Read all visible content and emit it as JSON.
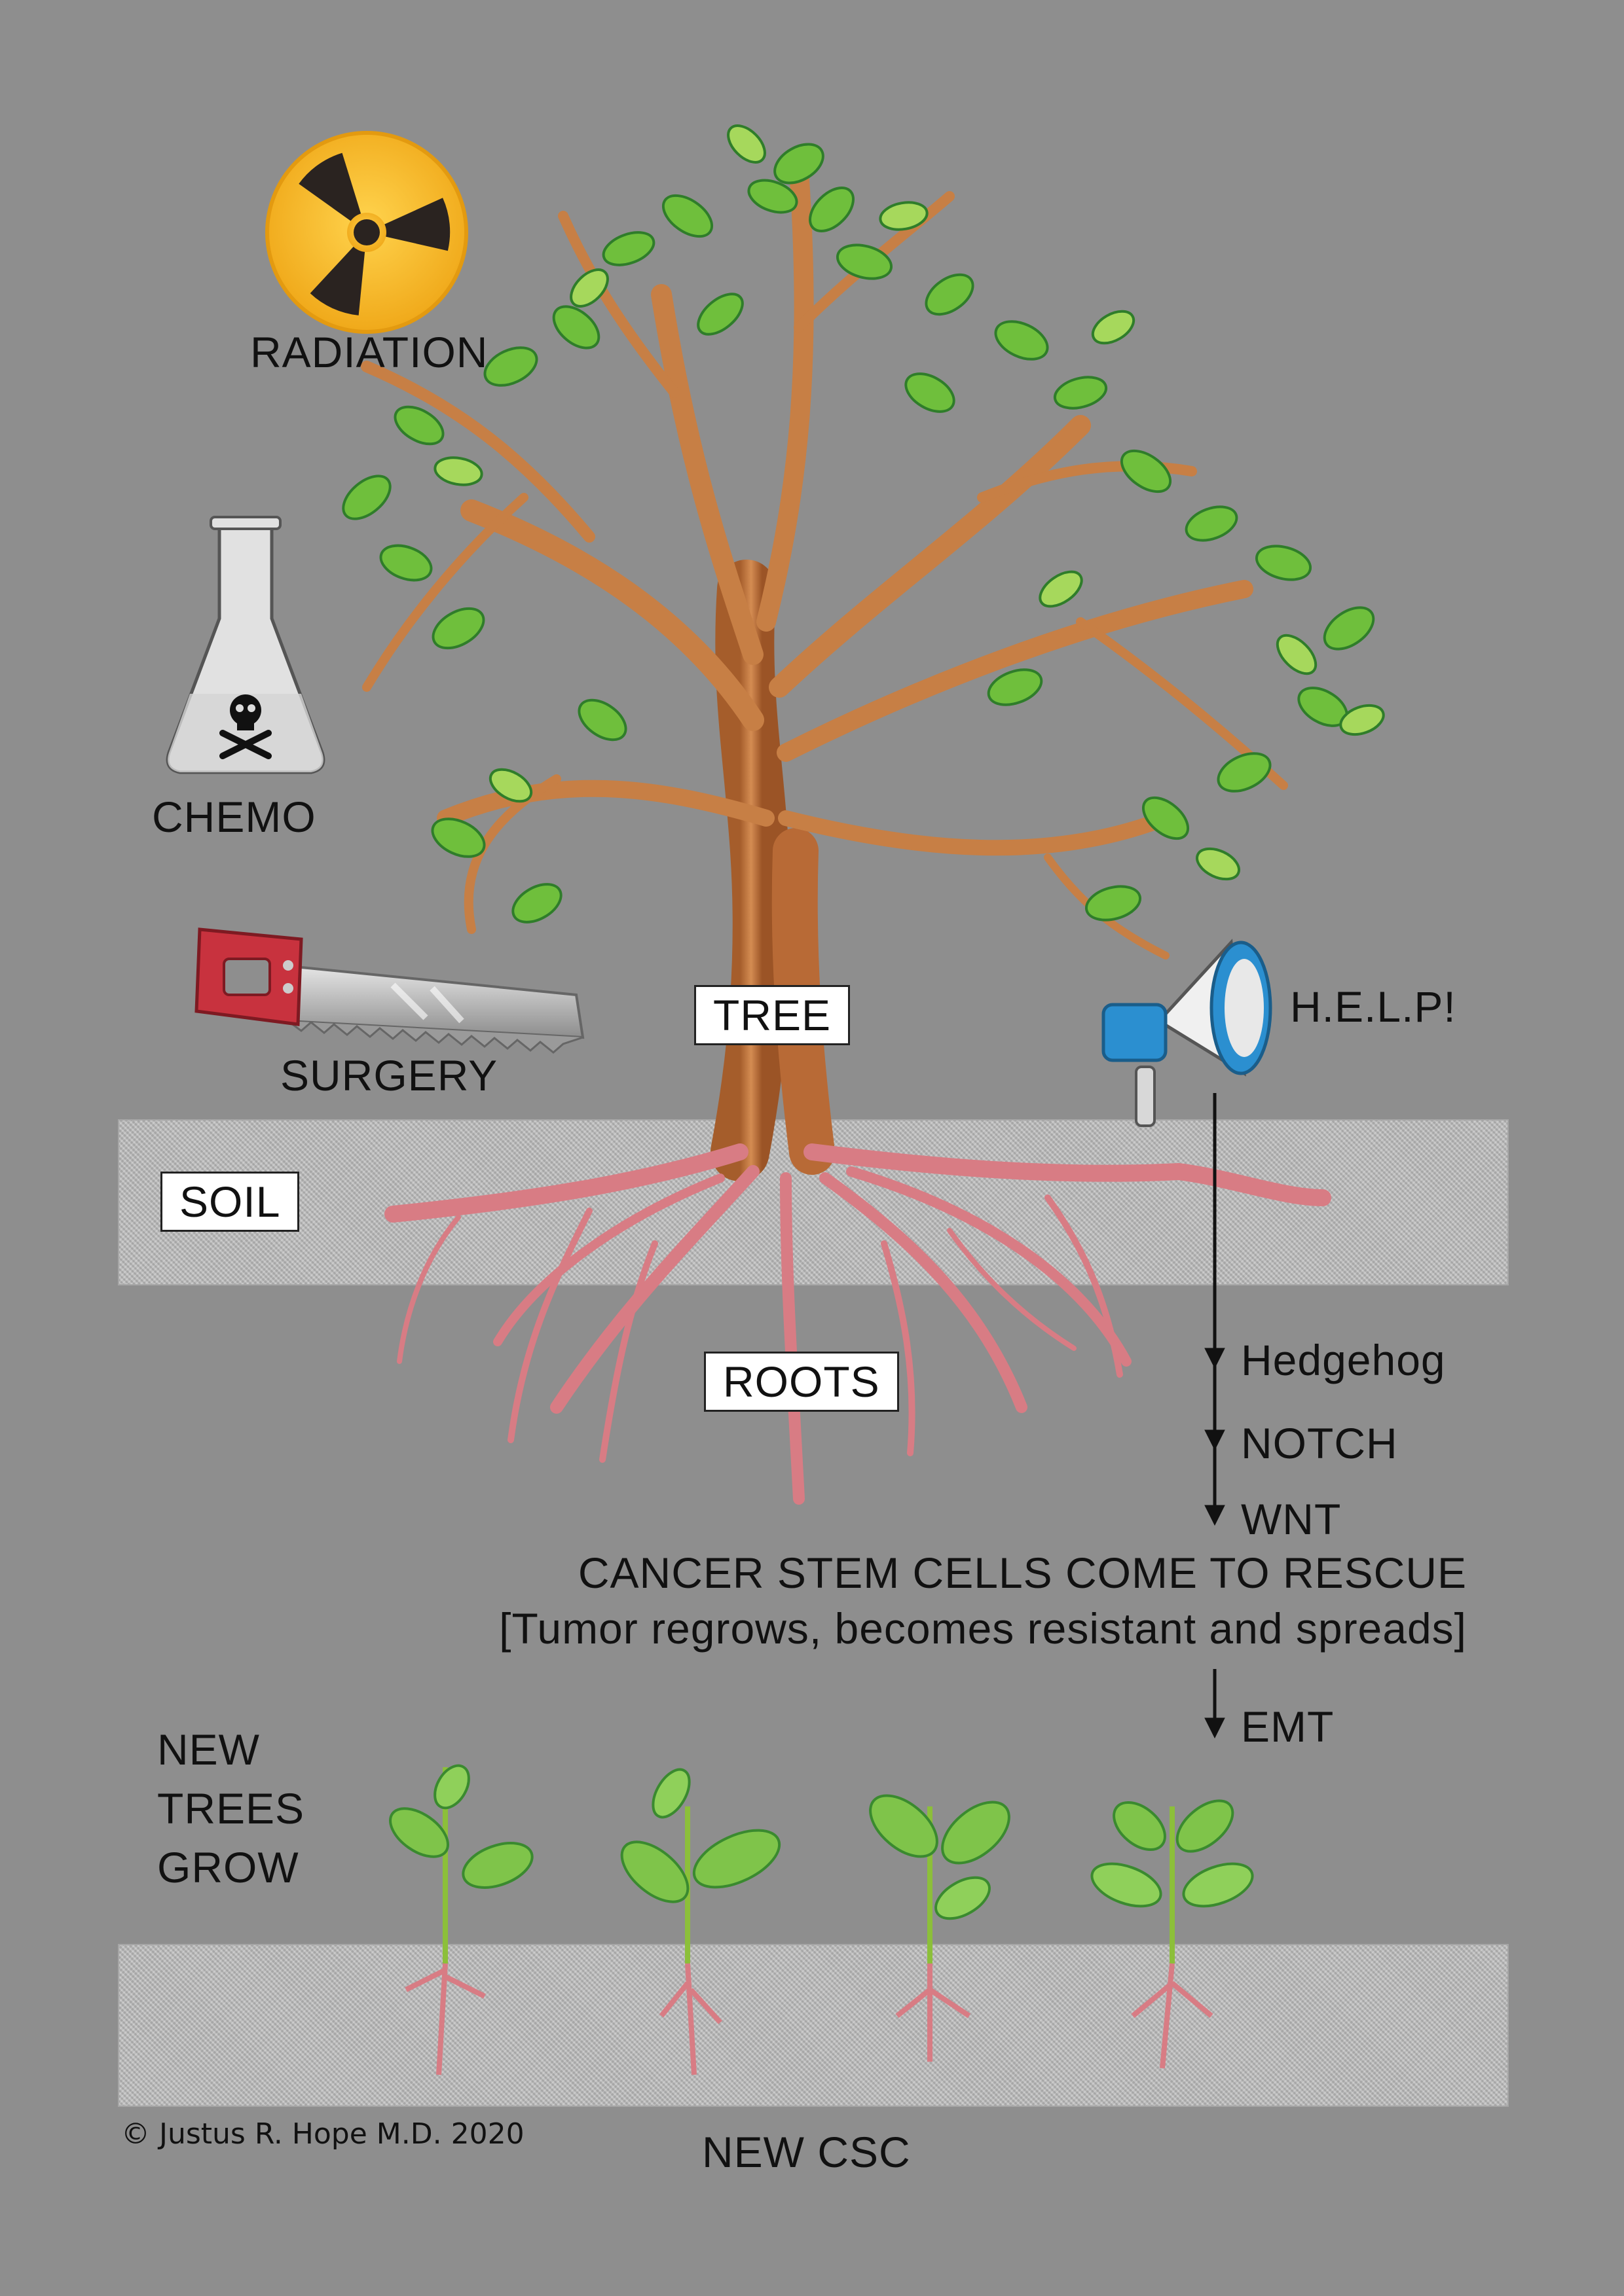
{
  "labels": {
    "radiation": "RADIATION",
    "chemo": "CHEMO",
    "surgery": "SURGERY",
    "tree": "TREE",
    "help": "H.E.L.P!",
    "soil": "SOIL",
    "roots": "ROOTS",
    "hedgehog": "Hedgehog",
    "notch": "NOTCH",
    "wnt": "WNT",
    "rescue_line1": "CANCER STEM CELLS COME TO RESCUE",
    "rescue_line2": "[Tumor regrows, becomes resistant and spreads]",
    "emt": "EMT",
    "new_trees_1": "NEW",
    "new_trees_2": "TREES",
    "new_trees_3": "GROW",
    "new_csc": "NEW CSC",
    "copyright": "© Justus R. Hope M.D. 2020"
  },
  "colors": {
    "background": "#8e8e8e",
    "soil": "#b9b9b9",
    "trunk": "#c77f45",
    "roots": "#d87c84",
    "leaf": "#6fbf3c",
    "leaf_dark": "#2f7d2a",
    "radiation_yellow": "#f5b522",
    "saw_handle": "#c8323e",
    "megaphone_blue": "#2b8fd0"
  },
  "icons": [
    "radiation-icon",
    "flask-skull-icon",
    "saw-icon",
    "megaphone-icon"
  ]
}
